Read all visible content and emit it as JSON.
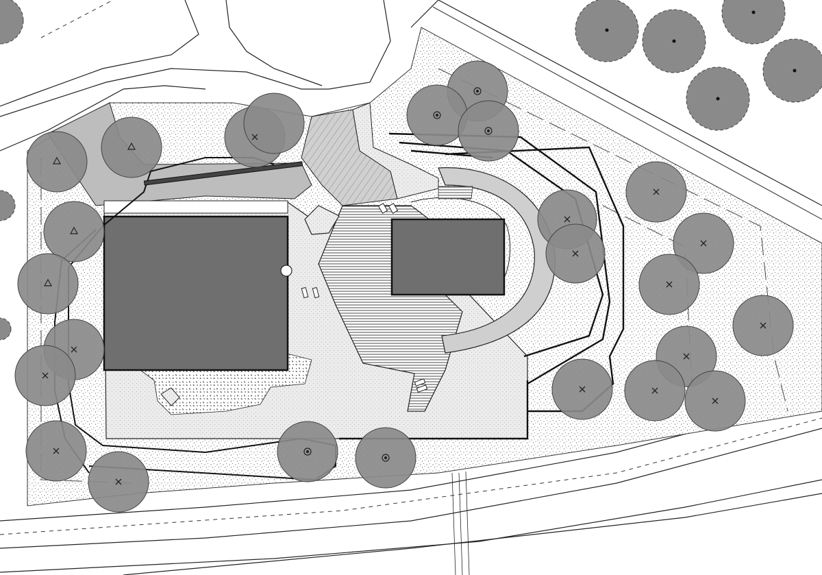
{
  "drawing": {
    "kind": "site-plan",
    "style": "monochrome line drawing with grey fills and stipple hatching",
    "text_labels": []
  },
  "colors": {
    "background": "#ffffff",
    "line": "#1a1a1a",
    "building_roof": "#6f6f6f",
    "tree_canopy": "#8a8a8a",
    "paved_plaza": "#ededed",
    "ramp_grey": "#bdbdbd",
    "stipple_dot": "#555555",
    "deck_line": "#333333"
  },
  "icons": {
    "evergreen_tree": "tree-triangle-symbol",
    "deciduous_tree": "tree-x-symbol",
    "fruit_tree": "tree-ring-symbol",
    "street_tree": "tree-dot-symbol"
  }
}
